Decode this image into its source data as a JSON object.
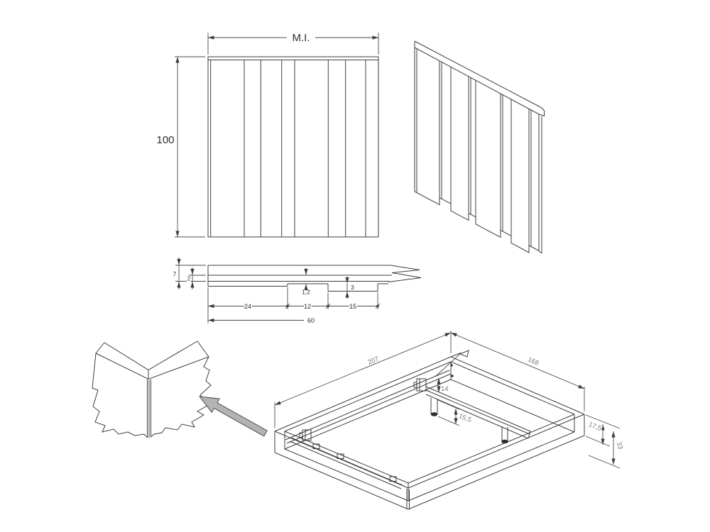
{
  "front_view": {
    "width_label": "M.I.",
    "height_label": "100"
  },
  "section_view": {
    "board_thickness": "7",
    "layer_thickness": "2",
    "step_depth": "1,2",
    "slat_thickness": "3",
    "seg1": "24",
    "seg2": "12",
    "seg3": "15",
    "total": "60"
  },
  "frame_view": {
    "length": "207",
    "width": "168",
    "rail_height": "14",
    "leg_height": "15,5",
    "side_height": "17,5",
    "total_height": "33"
  },
  "colors": {
    "line": "#3d3d3d",
    "dim_text_gray": "#7a7a7a",
    "arrow_fill": "#b3b3b3",
    "arrow_stroke": "#4f4f4f"
  }
}
